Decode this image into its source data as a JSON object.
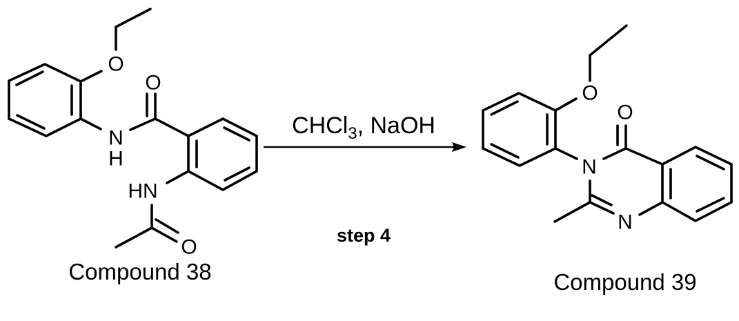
{
  "reaction": {
    "reactant": {
      "name": "Compound 38",
      "atom_labels": {
        "ether_o": "O",
        "amide_o": "O",
        "amide_n": "N",
        "amide_h": "H",
        "acetamide_nh": "HN",
        "acetyl_o": "O"
      }
    },
    "conditions": {
      "reagents_main": "CHCl",
      "reagents_sub": "3",
      "reagents_rest": ", NaOH",
      "step": "step 4"
    },
    "product": {
      "name": "Compound 39",
      "atom_labels": {
        "ether_o": "O",
        "carbonyl_o": "O",
        "n3": "N",
        "n1": "N"
      }
    },
    "colors": {
      "ink": "#000000",
      "background": "#ffffff"
    }
  }
}
